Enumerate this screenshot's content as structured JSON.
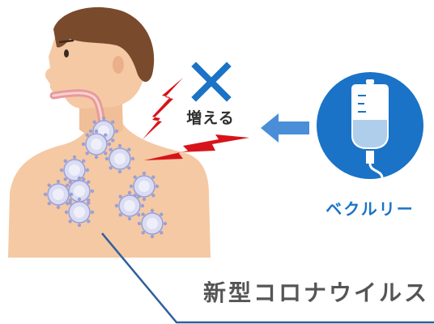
{
  "labels": {
    "increase": "増える",
    "drug": "ベクルリー",
    "virus": "新型コロナウイルス"
  },
  "icons": {
    "cross": "cross-icon",
    "arrow": "arrow-left-icon",
    "iv_bag": "iv-drip-bag-icon",
    "lightning": "lightning-bolt-icon",
    "virus": "virus-particle-icon"
  },
  "colors": {
    "skin": "#f5c9a4",
    "hair": "#7a4a2c",
    "bolt": "#d7141a",
    "accent_blue": "#1a73c6",
    "arrow_blue": "#4a8ed8",
    "callout_line": "#2f5f9e",
    "virus_fill": "#d9dcf2",
    "virus_stroke": "#9aa0d6",
    "text_dark": "#2f2f2f",
    "text_gray": "#555555"
  }
}
